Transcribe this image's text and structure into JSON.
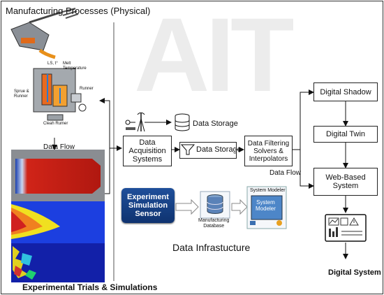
{
  "title": "Manufacturing Processes (Physical)",
  "watermark": "AIT",
  "casting": {
    "melt_temperature": "Melt\nTemperature",
    "ls_tag": "LS, t°",
    "sprue_runner": "Sprue &\nRunner",
    "runner": "Runner",
    "clean_runner": "Cleah Rumer"
  },
  "left_flow_label": "Data Flow",
  "bottom_left_caption": "Experimental Trials & Simulations",
  "data_storage_top": "Data Storage",
  "data_acquisition": "Data\nAcquisition\nSystems",
  "data_storage_mid": "Data Storage",
  "data_filtering": "Data Filtering\nSolvers &\nInterpolators",
  "right_flow_label": "Data Flow",
  "digital_shadow": "Digital Shadow",
  "digital_twin": "Digital Twin",
  "web_based": "Web-Based\nSystem",
  "experiment_sensor": "Experiment\nSimulation\nSensor",
  "manufacturing_db": "Manufacturing\nDatabase",
  "system_modeler_top": "System Modeler",
  "system_modeler_inner": "System\nModeler",
  "data_infrastructure": "Data Infrastucture",
  "digital_system": "Digital System"
}
